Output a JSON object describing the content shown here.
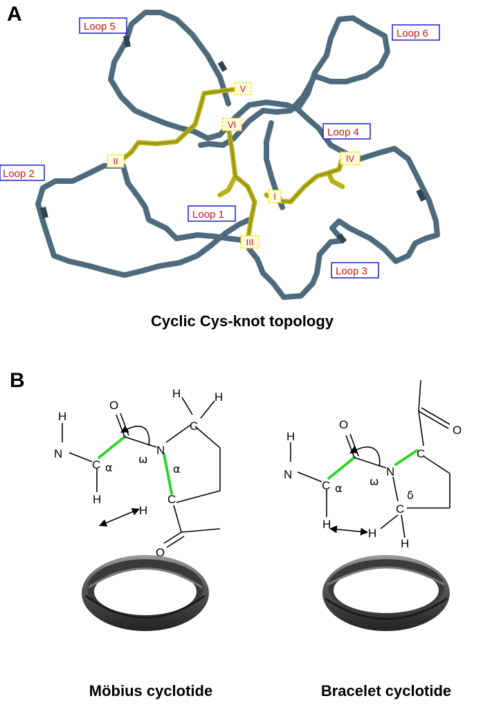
{
  "panel_a": {
    "letter": "A",
    "caption": "Cyclic Cys-knot topology",
    "loops": [
      "Loop 1",
      "Loop 2",
      "Loop 3",
      "Loop 4",
      "Loop 5",
      "Loop 6"
    ],
    "cysteines": [
      "I",
      "II",
      "III",
      "IV",
      "V",
      "VI"
    ],
    "colors": {
      "backbone": "#4d6b7c",
      "disulfide": "#b7b21a",
      "label_text": "#cc1111",
      "label_border": "#1a1acc",
      "cys_border": "#ffe000"
    }
  },
  "panel_b": {
    "letter": "B",
    "mobius": {
      "caption": "Möbius cyclotide",
      "atoms": {
        "O": "O",
        "H_top1": "H",
        "H_top2": "H",
        "C_ring": "C",
        "H_n": "H",
        "N_amide": "N",
        "N_pro": "N",
        "C_alpha": "C",
        "C_pro": "C",
        "H_a1": "H",
        "H_a2": "H",
        "O_bottom": "O"
      },
      "greek": {
        "alpha1": "α",
        "alpha2": "α",
        "omega": "ω"
      }
    },
    "bracelet": {
      "caption": "Bracelet cyclotide",
      "atoms": {
        "O_top": "O",
        "O_right": "O",
        "C_top": "C",
        "H_n": "H",
        "N_amide": "N",
        "N_pro": "N",
        "C_alpha": "C",
        "C_delta": "C",
        "H_a1": "H",
        "H_a2": "H",
        "H_d": "H"
      },
      "greek": {
        "alpha": "α",
        "omega": "ω",
        "delta": "δ"
      }
    },
    "ring_color": "#4a4a4a"
  }
}
